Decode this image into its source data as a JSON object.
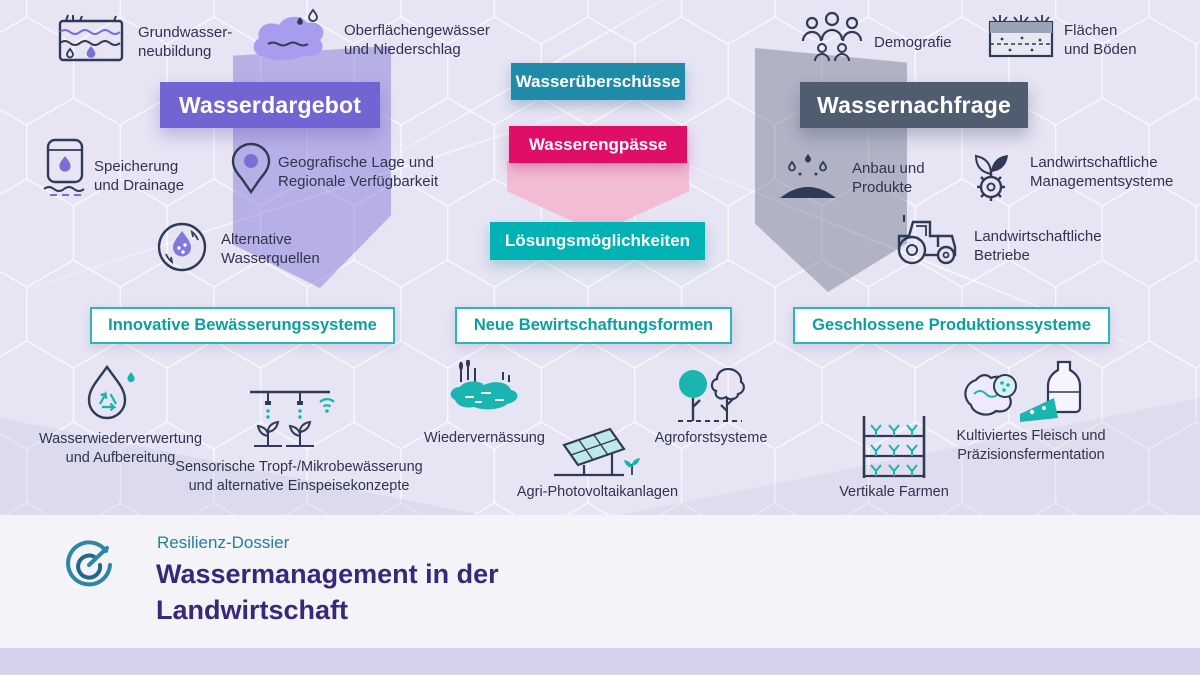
{
  "colors": {
    "background": "#e7e4f4",
    "supply_accent": "#7264d2",
    "demand_accent": "#505d71",
    "surplus_teal": "#1e8ca8",
    "shortage_magenta": "#df0f67",
    "solutions_teal": "#00b2b4",
    "category_teal": "#0a9fa2",
    "title_purple": "#38287c",
    "kicker_teal": "#23809b"
  },
  "supply": {
    "title": "Wasserdargebot",
    "items": [
      {
        "icon": "groundwater-icon",
        "label": "Grundwasser-\nneubildung"
      },
      {
        "icon": "surface-water-icon",
        "label": "Oberflächengewässer\nund Niederschlag"
      },
      {
        "icon": "storage-icon",
        "label": "Speicherung\nund Drainage"
      },
      {
        "icon": "location-icon",
        "label": "Geografische Lage und\nRegionale Verfügbarkeit"
      },
      {
        "icon": "alternative-water-icon",
        "label": "Alternative\nWasserquellen"
      }
    ]
  },
  "demand": {
    "title": "Wassernachfrage",
    "items": [
      {
        "icon": "demography-icon",
        "label": "Demografie"
      },
      {
        "icon": "soil-icon",
        "label": "Flächen\nund Böden"
      },
      {
        "icon": "crops-icon",
        "label": "Anbau und\nProdukte"
      },
      {
        "icon": "management-icon",
        "label": "Landwirtschaftliche\nManagementsysteme"
      },
      {
        "icon": "tractor-icon",
        "label": "Landwirtschaftliche\nBetriebe"
      }
    ]
  },
  "flow": {
    "surplus": "Wasserüberschüsse",
    "shortage": "Wasserengpässe",
    "solutions": "Lösungsmöglichkeiten"
  },
  "categories": [
    {
      "label": "Innovative Bewässerungssysteme"
    },
    {
      "label": "Neue Bewirtschaftungsformen"
    },
    {
      "label": "Geschlossene Produktionssysteme"
    }
  ],
  "measures": [
    {
      "icon": "water-recycling-icon",
      "label": "Wasserwiederverwertung\nund Aufbereitung"
    },
    {
      "icon": "drip-irrigation-icon",
      "label": "Sensorische Tropf-/Mikrobewässerung\nund alternative Einspeisekonzepte"
    },
    {
      "icon": "rewetting-icon",
      "label": "Wiedervernässung"
    },
    {
      "icon": "agri-pv-icon",
      "label": "Agri-Photovoltaikanlagen"
    },
    {
      "icon": "agroforestry-icon",
      "label": "Agroforstsysteme"
    },
    {
      "icon": "vertical-farm-icon",
      "label": "Vertikale Farmen"
    },
    {
      "icon": "cultivated-meat-icon",
      "label": "Kultiviertes Fleisch und\nPräzisionsfermentation"
    }
  ],
  "footer": {
    "kicker": "Resilienz-Dossier",
    "title": "Wassermanagement in der\nLandwirtschaft"
  }
}
